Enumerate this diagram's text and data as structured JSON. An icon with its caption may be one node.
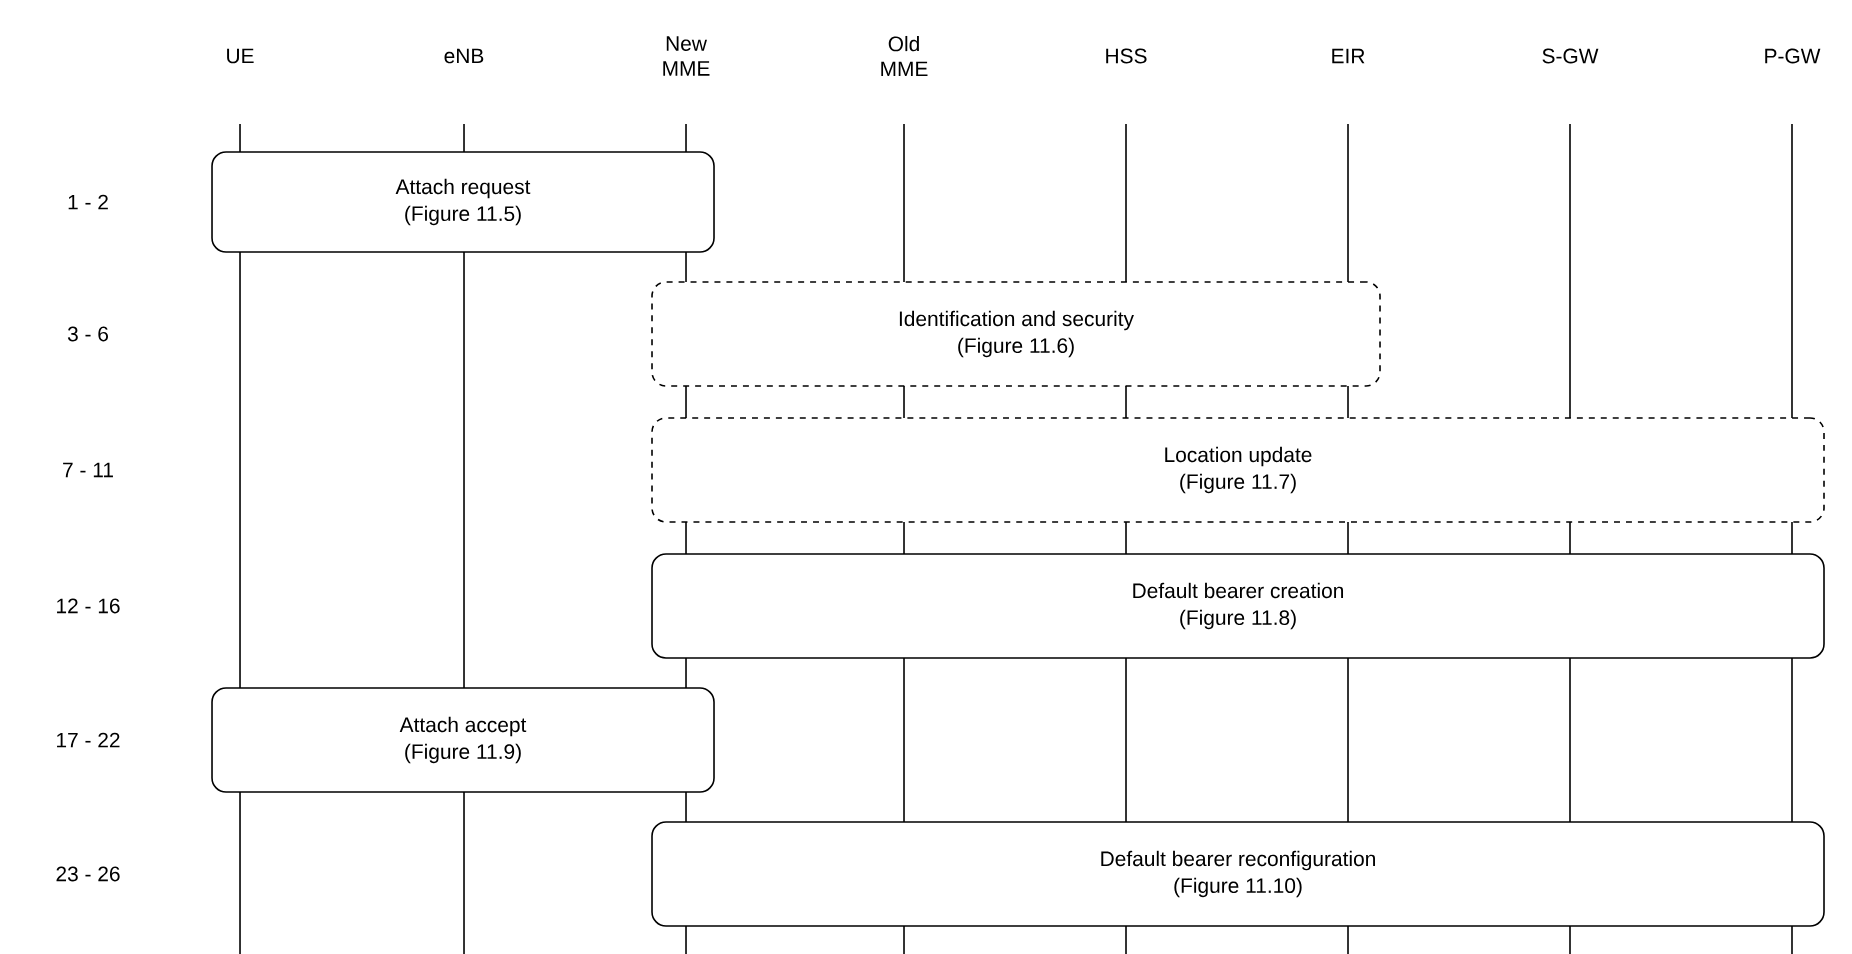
{
  "diagram": {
    "nodes": [
      {
        "text": [
          "Attach request",
          "(Figure 11.5)"
        ]
      },
      {
        "text": [
          "Identification and security",
          "(Figure 11.6)"
        ]
      },
      {
        "text": [
          "Location update",
          "(Figure 11.7)"
        ]
      },
      {
        "text": [
          "Default bearer creation",
          "(Figure 11.8)"
        ]
      },
      {
        "text": [
          "Attach accept",
          "(Figure 11.9)"
        ]
      },
      {
        "text": [
          "Default bearer reconfiguration",
          "(Figure 11.10)"
        ]
      }
    ],
    "labels": [
      "UE",
      "eNB",
      "New MME",
      "Old MME",
      "HSS",
      "EIR",
      "S-GW",
      "P-GW",
      "1 - 2",
      "3 - 6",
      "7 - 11",
      "12 - 16",
      "17 - 22",
      "23 - 26"
    ]
  }
}
